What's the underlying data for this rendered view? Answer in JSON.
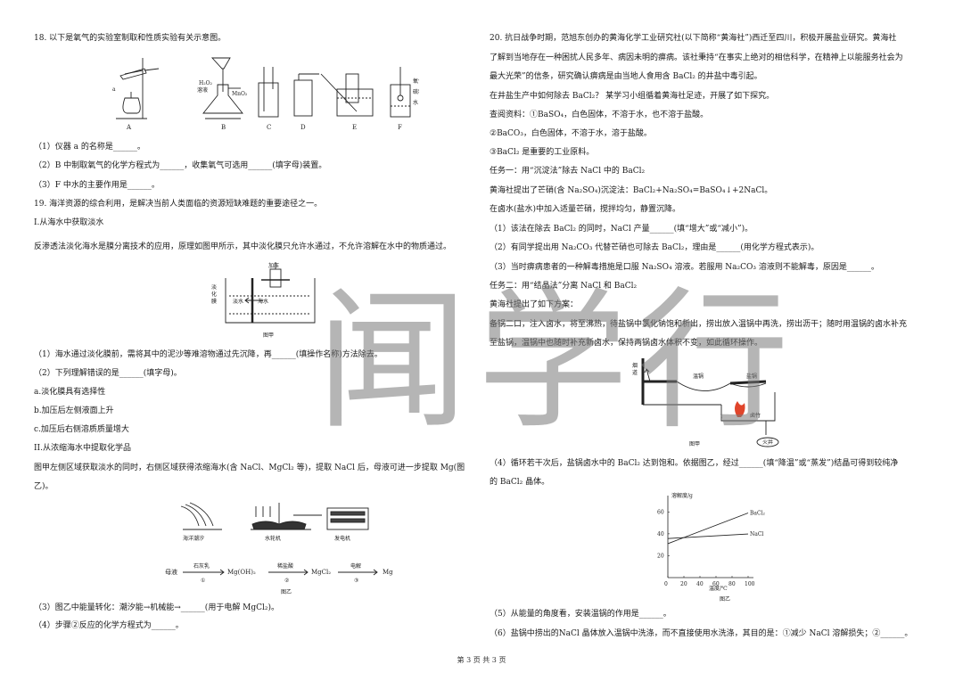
{
  "left": {
    "q18": {
      "title": "18. 以下是氧气的实验室制取和性质实验有关示意图。",
      "apparatus_labels": [
        "A",
        "B",
        "C",
        "D",
        "E",
        "F"
      ],
      "fig_a_label": "a",
      "fig_b_h2o2": "H₂O₂",
      "fig_b_solution": "溶液",
      "fig_b_mno2": "MnO₂",
      "fig_f_oxygen": "氧气",
      "fig_f_sulfur": "硫粉",
      "fig_f_water": "水",
      "sub1": "（1）仪器 a 的名称是______。",
      "sub2": "（2）B 中制取氧气的化学方程式为______，收集氧气可选用______(填字母)装置。",
      "sub3": "（3）F 中水的主要作用是______。"
    },
    "q19": {
      "title": "19. 海洋资源的综合利用，是解决当前人类面临的资源短缺难题的重要途径之一。",
      "part1": "I.从海水中获取淡水",
      "intro": "反渗透法淡化海水是膜分离技术的应用，原理如图甲所示，其中淡化膜只允许水通过，不允许溶解在水中的物质通过。",
      "fig_pressure": "加压",
      "fig_membrane_1": "淡",
      "fig_membrane_2": "化",
      "fig_membrane_3": "膜",
      "fig_fresh": "淡水",
      "fig_sea": "海水",
      "fig_caption": "图甲",
      "sub1": "（1）海水通过淡化膜前，需将其中的泥沙等难溶物通过先沉降，再______(填操作名称)方法除去。",
      "sub2": "（2）下列理解错误的是______(填字母)。",
      "opt_a": "a.淡化膜具有选择性",
      "opt_b": "b.加压后左侧液面上升",
      "opt_c": "c.加压后右侧溶质质量增大",
      "part2": "II.从浓缩海水中提取化学品",
      "intro2_line1": "图甲左侧区域获取淡水的同时，右侧区域获得浓缩海水(含 NaCl、MgCl₂ 等)，提取 NaCl 后，母液可进一步提取 Mg(图",
      "intro2_line2": "乙)。",
      "fig2_tide": "海洋潮汐",
      "fig2_turbine": "水轮机",
      "fig2_generator": "发电机",
      "flow_start": "母液",
      "flow_step1_reagent": "石灰乳",
      "flow_step1_no": "①",
      "flow_mid1": "Mg(OH)₂",
      "flow_step2_reagent": "稀盐酸",
      "flow_step2_no": "②",
      "flow_mid2": "MgCl₂",
      "flow_step3_reagent": "电解",
      "flow_step3_no": "③",
      "flow_end": "Mg",
      "fig2_caption": "图乙",
      "sub3": "（3）图乙中能量转化：潮汐能→机械能→______(用于电解 MgCl₂)。",
      "sub4": "（4）步骤②反应的化学方程式为______。"
    }
  },
  "right": {
    "q20": {
      "line1": "20. 抗日战争时期，范旭东创办的黄海化学工业研究社(以下简称“黄海社”)西迁至四川，积极开展盐业研究。黄海社",
      "line2": "了解到当地存在一种困扰人民多年、病因未明的痹病。该社秉持“在事实上绝对的相信科学，在精神上以能服务社会为",
      "line3": "最大光荣”的信条，研究确认痹病是由当地人食用含 BaCl₂ 的井盐中毒引起。",
      "line4": "在井盐生产中如何除去 BaCl₂？ 某学习小组循着黄海社足迹，开展了如下探究。",
      "info_title": "查阅资料：①BaSO₄，白色固体，不溶于水，也不溶于盐酸。",
      "info2": "②BaCO₃，白色固体，不溶于水，溶于盐酸。",
      "info3": "③BaCl₂ 是重要的工业原料。",
      "task1": "任务一：用“沉淀法”除去 NaCl 中的 BaCl₂",
      "task1_a": "黄海社提出了芒硝(含 Na₂SO₄)沉淀法：BaCl₂+Na₂SO₄=BaSO₄↓+2NaCl。",
      "task1_b": "在卤水(盐水)中加入适量芒硝，搅拌均匀，静置沉降。",
      "sub1": "（1）该法在除去 BaCl₂ 的同时，NaCl 产量______(填“增大”或“减小”)。",
      "sub2": "（2）有同学提出用 Na₂CO₃ 代替芒硝也可除去 BaCl₂，理由是______(用化学方程式表示)。",
      "sub3": "（3）当时痹病患者的一种解毒措施是口服 Na₂SO₄ 溶液。若服用 Na₂CO₃ 溶液则不能解毒，原因是______。",
      "task2": "任务二：用“结晶法”分离 NaCl 和 BaCl₂",
      "task2_a": "黄海社提出了如下方案：",
      "task2_b1": "备锅二口，注入卤水，将至沸热，待盐锅中氯化钠饱和析出，捞出放入温锅中再洗，捞出沥干；随时用温锅的卤水补充",
      "task2_b2": "至盐锅，温锅中也随时补充新卤水，保持两锅卤水体积不变，如此循环操作。",
      "fig_chimney_1": "烟",
      "fig_chimney_2": "道",
      "fig_warm_pot": "温锅",
      "fig_salt_pot": "盐锅",
      "fig_bamboo": "卤竹",
      "fig_fire_well": "火井",
      "fig_caption": "图甲",
      "sub4_line1": "（4）循环若干次后，盐锅卤水中的 BaCl₂ 达到饱和。依据图乙，经过______(填“降温”或“蒸发”)结晶可得到较纯净",
      "sub4_line2": "的 BaCl₂ 晶体。",
      "sub5": "（5）从能量的角度看，安装温锅的作用是______。",
      "sub6": "（6）盐锅中捞出的NaCl 晶体放入温锅中洗涤，而不直接使用水洗涤，其目的是：①减少 NaCl 溶解损失；②______。"
    }
  },
  "chart_data": {
    "type": "line",
    "title": "",
    "ylabel": "溶解度/g",
    "xlabel": "温度/℃",
    "caption": "图乙",
    "x_ticks": [
      0,
      20,
      40,
      60,
      80,
      100
    ],
    "y_ticks": [
      20,
      40,
      60
    ],
    "xlim": [
      0,
      100
    ],
    "ylim": [
      0,
      70
    ],
    "series": [
      {
        "name": "BaCl₂",
        "x": [
          0,
          100
        ],
        "y": [
          31,
          59
        ]
      },
      {
        "name": "NaCl",
        "x": [
          0,
          100
        ],
        "y": [
          35.7,
          39.8
        ]
      }
    ]
  },
  "footer": "第 3 页 共 3 页",
  "watermark": "闻学行"
}
